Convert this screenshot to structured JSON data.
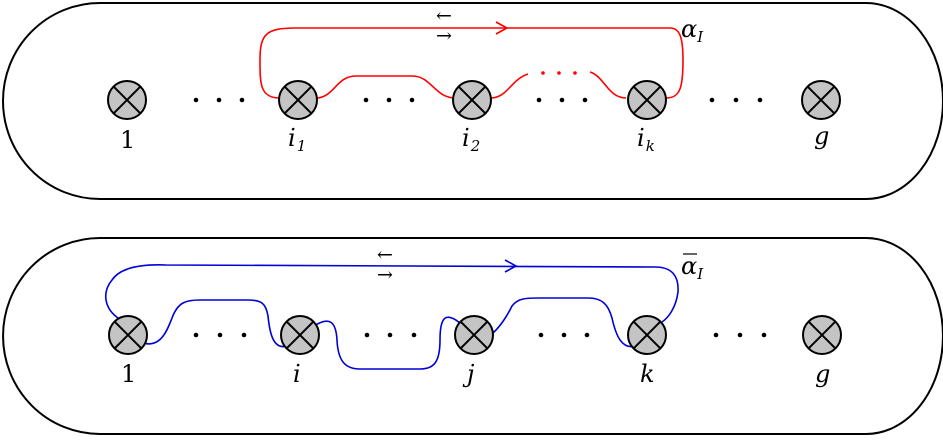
{
  "colors": {
    "outline": "#000000",
    "crosscap_fill": "#c4c4c4",
    "top_curve": "#ff0000",
    "bottom_curve": "#0000d8"
  },
  "top_panel": {
    "curve_label_base": "α",
    "curve_label_sub": "I",
    "arrow_left_glyph": "←",
    "arrow_right_glyph": "→",
    "labels": [
      {
        "base": "1",
        "sub": ""
      },
      {
        "base": "i",
        "sub": "1"
      },
      {
        "base": "i",
        "sub": "2"
      },
      {
        "base": "i",
        "sub": "k"
      },
      {
        "base": "g",
        "sub": ""
      }
    ]
  },
  "bottom_panel": {
    "curve_label_base": "α",
    "curve_label_sub": "I",
    "arrow_left_glyph": "←",
    "arrow_right_glyph": "→",
    "labels": [
      "1",
      "i",
      "j",
      "k",
      "g"
    ]
  }
}
